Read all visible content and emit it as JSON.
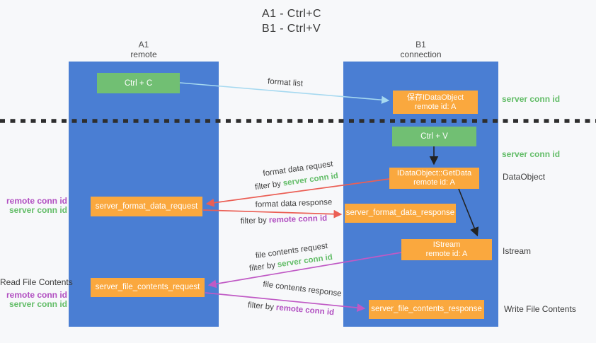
{
  "title": {
    "line1": "A1 - Ctrl+C",
    "line2": "B1 - Ctrl+V"
  },
  "lifelines": {
    "a1": {
      "name": "A1",
      "role": "remote"
    },
    "b1": {
      "name": "B1",
      "role": "connection"
    }
  },
  "nodes": {
    "ctrl_c": {
      "label": "Ctrl + C"
    },
    "save_idataobject": {
      "line1": "保存IDataObject",
      "line2": "remote id: A"
    },
    "ctrl_v": {
      "label": "Ctrl + V"
    },
    "getdata": {
      "line1": "IDataObject::GetData",
      "line2": "remote id: A"
    },
    "format_request": {
      "label": "server_format_data_request"
    },
    "format_response": {
      "label": "server_format_data_response"
    },
    "istream": {
      "line1": "IStream",
      "line2": "remote id: A"
    },
    "file_request": {
      "label": "server_file_contents_request"
    },
    "file_response": {
      "label": "server_file_contents_response"
    }
  },
  "arrows": {
    "format_list": {
      "label": "format list"
    },
    "format_data_request": {
      "label": "format data request",
      "filter_prefix": "filter by",
      "filter_id": "server conn id"
    },
    "format_data_response": {
      "label": "format data response",
      "filter_prefix": "filter by",
      "filter_id": "remote conn id"
    },
    "file_contents_request": {
      "label": "file contents request",
      "filter_prefix": "filter by",
      "filter_id": "server conn id"
    },
    "file_contents_response": {
      "label": "file contents response",
      "filter_prefix": "filter by",
      "filter_id": "remote conn id"
    }
  },
  "side_labels": {
    "right": [
      {
        "text": "server conn id"
      },
      {
        "text": "server conn id"
      },
      {
        "text": "DataObject"
      },
      {
        "text": "Istream"
      },
      {
        "text": "Write File Contents"
      }
    ],
    "left": [
      {
        "text": "remote conn id"
      },
      {
        "text": "server conn id"
      },
      {
        "text": "Read File Contents"
      },
      {
        "text": "remote conn id"
      },
      {
        "text": "server conn id"
      }
    ]
  },
  "colors": {
    "lifeline_blue": "#4a7ed3",
    "node_green": "#71bf73",
    "node_orange": "#faa83e",
    "arrow_light_blue": "#a6d9f0",
    "arrow_red": "#eb5f55",
    "arrow_magenta": "#c05ac5",
    "arrow_black": "#222222",
    "divider_black": "#2e2e2e",
    "label_green": "#63bd68",
    "label_purple": "#b14fc1",
    "text_dark": "#3c3c3c",
    "background": "#f7f8fa"
  }
}
